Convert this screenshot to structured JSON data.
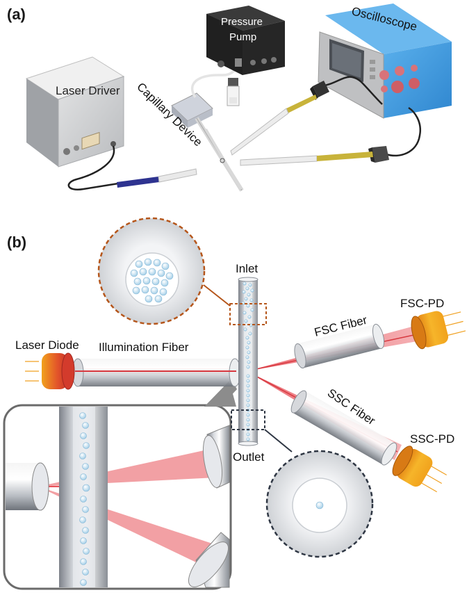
{
  "panel_a": {
    "label": "(a)",
    "laser_driver": "Laser Driver",
    "pressure_pump": [
      "Pressure",
      "Pump"
    ],
    "oscilloscope": "Oscilloscope",
    "capillary_device": "Capillary Device"
  },
  "panel_b": {
    "label": "(b)",
    "inlet": "Inlet",
    "outlet": "Outlet",
    "laser_diode": "Laser Diode",
    "illumination_fiber": "Illumination Fiber",
    "fsc_fiber": "FSC Fiber",
    "ssc_fiber": "SSC Fiber",
    "fsc_pd": "FSC-PD",
    "ssc_pd": "SSC-PD"
  },
  "colors": {
    "laser_beam": "#e8525a",
    "dashed_orange": "#b5561b",
    "dashed_dark": "#2f3744",
    "oscilloscope_body": "#3a9be0",
    "detector_orange": "#f0a020",
    "laser_diode_red": "#d8402a"
  }
}
